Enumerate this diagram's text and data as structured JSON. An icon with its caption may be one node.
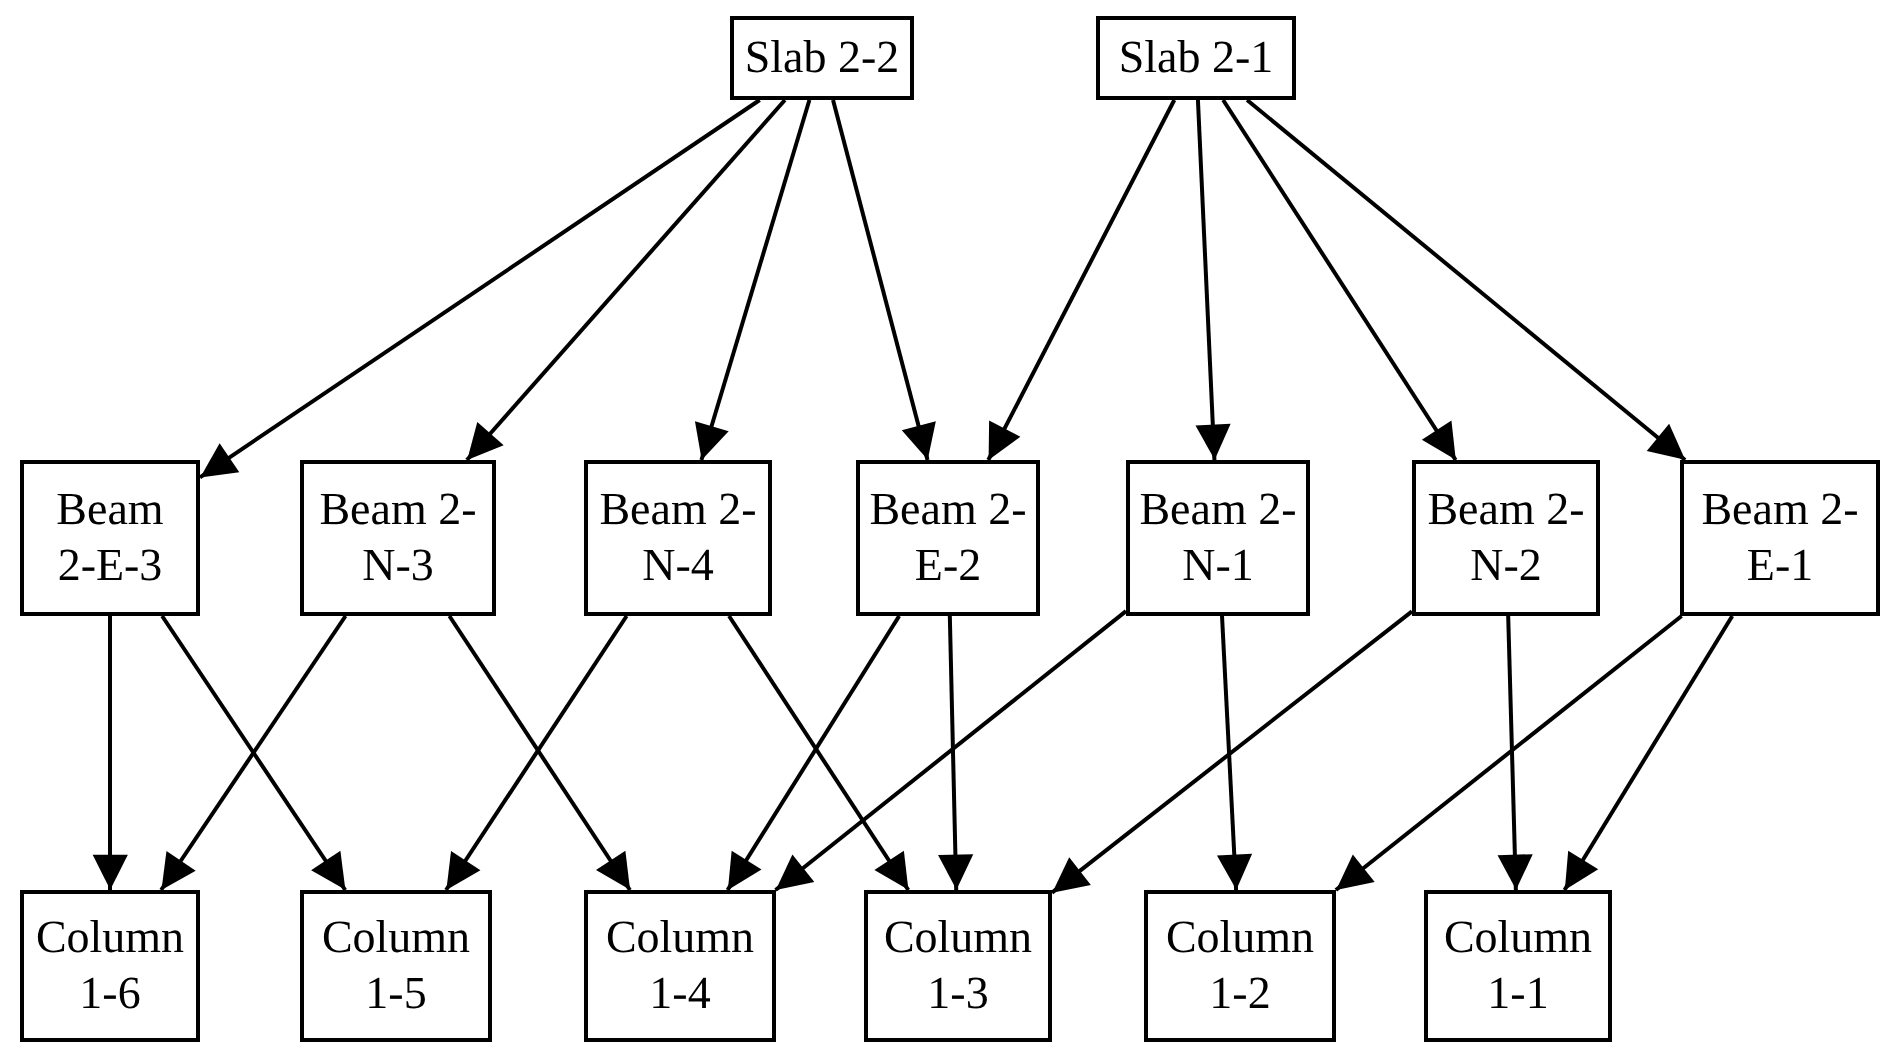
{
  "diagram": {
    "nodes": [
      {
        "text": [
          "Slab 2-2"
        ]
      },
      {
        "text": [
          "Slab 2-1"
        ]
      },
      {
        "text": [
          "Beam 2-E-3"
        ]
      },
      {
        "text": [
          "Beam 2-N-3"
        ]
      },
      {
        "text": [
          "Beam 2-N-4"
        ]
      },
      {
        "text": [
          "Beam 2-E-2"
        ]
      },
      {
        "text": [
          "Beam 2-N-1"
        ]
      },
      {
        "text": [
          "Beam 2-N-2"
        ]
      },
      {
        "text": [
          "Beam 2-E-1"
        ]
      },
      {
        "text": [
          "Column 1-6"
        ]
      },
      {
        "text": [
          "Column 1-5"
        ]
      },
      {
        "text": [
          "Column 1-4"
        ]
      },
      {
        "text": [
          "Column 1-3"
        ]
      },
      {
        "text": [
          "Column 1-2"
        ]
      },
      {
        "text": [
          "Column 1-1"
        ]
      }
    ],
    "edges": [
      {
        "from": 0,
        "to": 2,
        "arrow": "to"
      },
      {
        "from": 0,
        "to": 3,
        "arrow": "to"
      },
      {
        "from": 0,
        "to": 4,
        "arrow": "to"
      },
      {
        "from": 0,
        "to": 5,
        "arrow": "to"
      },
      {
        "from": 1,
        "to": 5,
        "arrow": "to"
      },
      {
        "from": 1,
        "to": 6,
        "arrow": "to"
      },
      {
        "from": 1,
        "to": 7,
        "arrow": "to"
      },
      {
        "from": 1,
        "to": 8,
        "arrow": "to"
      },
      {
        "from": 2,
        "to": 9,
        "arrow": "to"
      },
      {
        "from": 2,
        "to": 10,
        "arrow": "to"
      },
      {
        "from": 3,
        "to": 9,
        "arrow": "to"
      },
      {
        "from": 3,
        "to": 11,
        "arrow": "to"
      },
      {
        "from": 4,
        "to": 10,
        "arrow": "to"
      },
      {
        "from": 4,
        "to": 12,
        "arrow": "to"
      },
      {
        "from": 5,
        "to": 11,
        "arrow": "to"
      },
      {
        "from": 5,
        "to": 12,
        "arrow": "to"
      },
      {
        "from": 6,
        "to": 11,
        "arrow": "to"
      },
      {
        "from": 6,
        "to": 13,
        "arrow": "to"
      },
      {
        "from": 7,
        "to": 12,
        "arrow": "to"
      },
      {
        "from": 7,
        "to": 14,
        "arrow": "to"
      },
      {
        "from": 8,
        "to": 13,
        "arrow": "to"
      },
      {
        "from": 8,
        "to": 14,
        "arrow": "to"
      }
    ]
  }
}
